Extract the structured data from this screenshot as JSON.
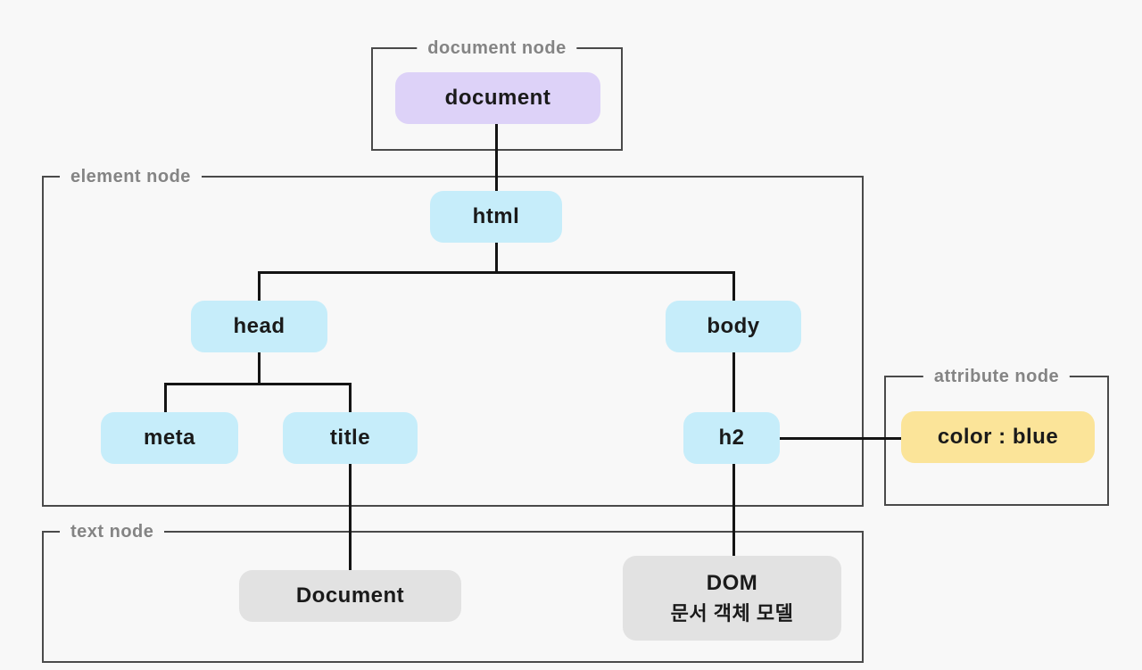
{
  "title": "DOM tree diagram",
  "colors": {
    "background": "#F8F8F8",
    "document_node_fill": "#DDD2F8",
    "element_node_fill": "#C6EDFA",
    "attribute_node_fill": "#FBE499",
    "text_node_fill": "#E2E2E2",
    "connector_line": "#141414",
    "group_border": "#4A4A4A",
    "group_label_text": "#848484",
    "node_text": "#1A1A1A"
  },
  "groups": {
    "document": {
      "label": "document node"
    },
    "element": {
      "label": "element node"
    },
    "attribute": {
      "label": "attribute node"
    },
    "text": {
      "label": "text node"
    }
  },
  "nodes": {
    "document": {
      "label": "document",
      "type": "document"
    },
    "html": {
      "label": "html",
      "type": "element"
    },
    "head": {
      "label": "head",
      "type": "element"
    },
    "body": {
      "label": "body",
      "type": "element"
    },
    "meta": {
      "label": "meta",
      "type": "element"
    },
    "title": {
      "label": "title",
      "type": "element"
    },
    "h2": {
      "label": "h2",
      "type": "element"
    },
    "attribute": {
      "label": "color : blue",
      "type": "attribute"
    },
    "text_document": {
      "label": "Document",
      "type": "text"
    },
    "text_dom": {
      "label_line1": "DOM",
      "label_line2": "문서 객체 모델",
      "type": "text"
    }
  },
  "edges": [
    {
      "from": "document",
      "to": "html"
    },
    {
      "from": "html",
      "to": "head"
    },
    {
      "from": "html",
      "to": "body"
    },
    {
      "from": "head",
      "to": "meta"
    },
    {
      "from": "head",
      "to": "title"
    },
    {
      "from": "body",
      "to": "h2"
    },
    {
      "from": "h2",
      "to": "attribute"
    },
    {
      "from": "title",
      "to": "text_document"
    },
    {
      "from": "h2",
      "to": "text_dom"
    }
  ]
}
